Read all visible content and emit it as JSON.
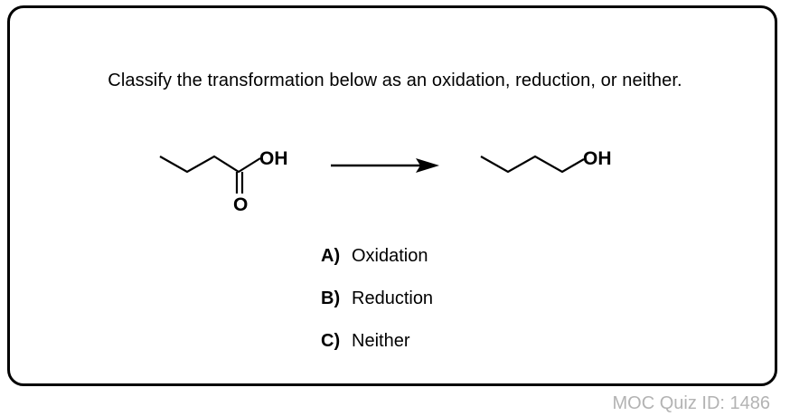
{
  "question": "Classify the transformation below as an oxidation, reduction, or neither.",
  "reactant": {
    "hydroxyl_label": "OH",
    "carbonyl_label": "O"
  },
  "product": {
    "hydroxyl_label": "OH"
  },
  "options": [
    {
      "letter": "A)",
      "label": "Oxidation"
    },
    {
      "letter": "B)",
      "label": "Reduction"
    },
    {
      "letter": "C)",
      "label": "Neither"
    }
  ],
  "footer": {
    "quiz_id": "MOC Quiz ID: 1486"
  },
  "colors": {
    "border": "#000000",
    "footer_text": "#b3b3b3"
  }
}
